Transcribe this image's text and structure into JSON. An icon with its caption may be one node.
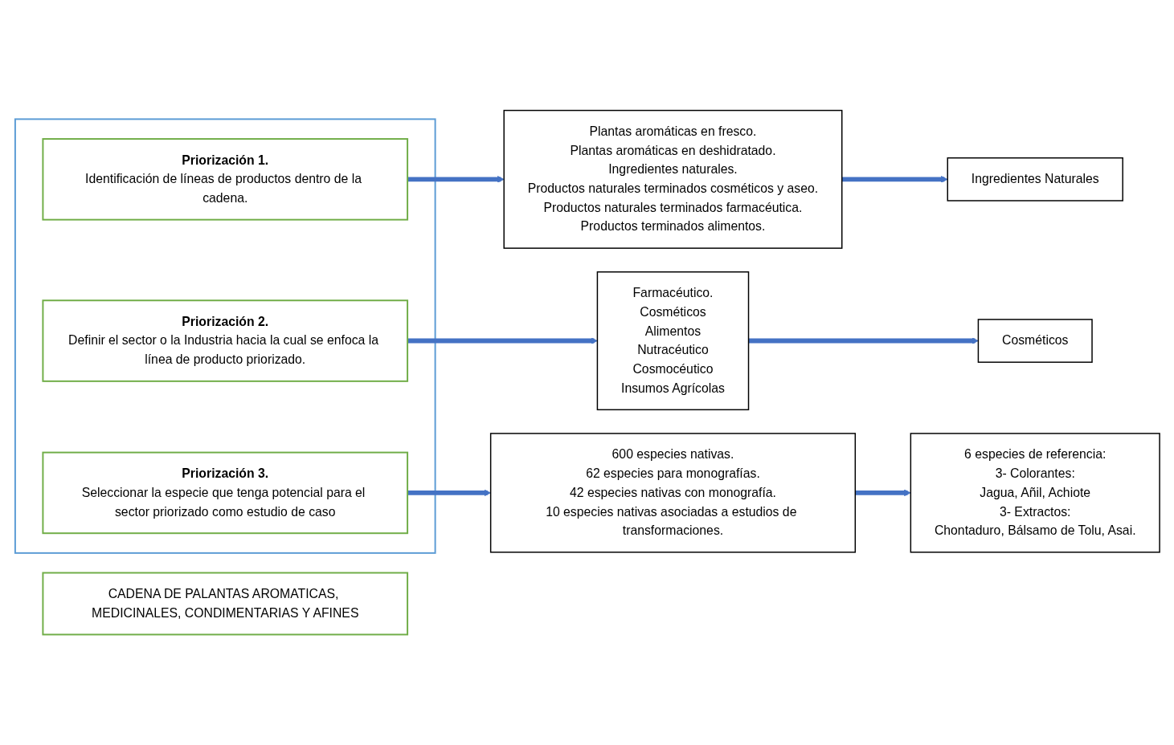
{
  "diagram": {
    "nodes": [
      {
        "text": [
          "CADENA DE PALANTAS AROMATICAS, MEDICINALES, CONDIMENTARIAS Y AFINES"
        ]
      },
      {
        "text": [],
        "shape": "trapezoid"
      },
      {
        "text": [
          "Priorización 1.",
          "Identificación de líneas de productos dentro de la cadena."
        ],
        "in": 1
      },
      {
        "text": [
          "Priorización 2.",
          "Definir el sector o la Industria hacia la cual se enfoca la línea de producto priorizado."
        ],
        "in": 1
      },
      {
        "text": [
          "Priorización 3.",
          "Seleccionar la especie que tenga potencial para el sector priorizado como estudio de caso"
        ],
        "in": 1
      },
      {
        "text": [
          "Plantas aromáticas en fresco.",
          "Plantas aromáticas en deshidratado.",
          "Ingredientes naturales.",
          "Productos naturales terminados cosméticos y aseo.",
          "Productos naturales terminados farmacéutica.",
          "Productos terminados alimentos."
        ]
      },
      {
        "text": [
          "Ingredientes Naturales"
        ]
      },
      {
        "text": [
          "Farmacéutico.",
          "Cosméticos",
          "Alimentos",
          "Nutracéutico",
          "Cosmocéutico",
          "Insumos Agrícolas"
        ]
      },
      {
        "text": [
          "Cosméticos"
        ]
      },
      {
        "text": [
          "600 especies nativas.",
          "62 especies para monografías.",
          "42 especies nativas con monografía.",
          "10 especies nativas asociadas a estudios de transformaciones."
        ]
      },
      {
        "text": [
          "6 especies de referencia:",
          "3- Colorantes:",
          "Jagua, Añil, Achiote",
          "3- Extractos:",
          "Chontaduro, Bálsamo de Tolu, Asai."
        ]
      }
    ],
    "edges": [
      {
        "from": 2,
        "to": 5,
        "arrow": "to"
      },
      {
        "from": 5,
        "to": 6,
        "arrow": "to"
      },
      {
        "from": 3,
        "to": 7,
        "arrow": "to"
      },
      {
        "from": 7,
        "to": 8,
        "arrow": "to"
      },
      {
        "from": 4,
        "to": 9,
        "arrow": "to"
      },
      {
        "from": 9,
        "to": 10,
        "arrow": "to"
      }
    ]
  }
}
